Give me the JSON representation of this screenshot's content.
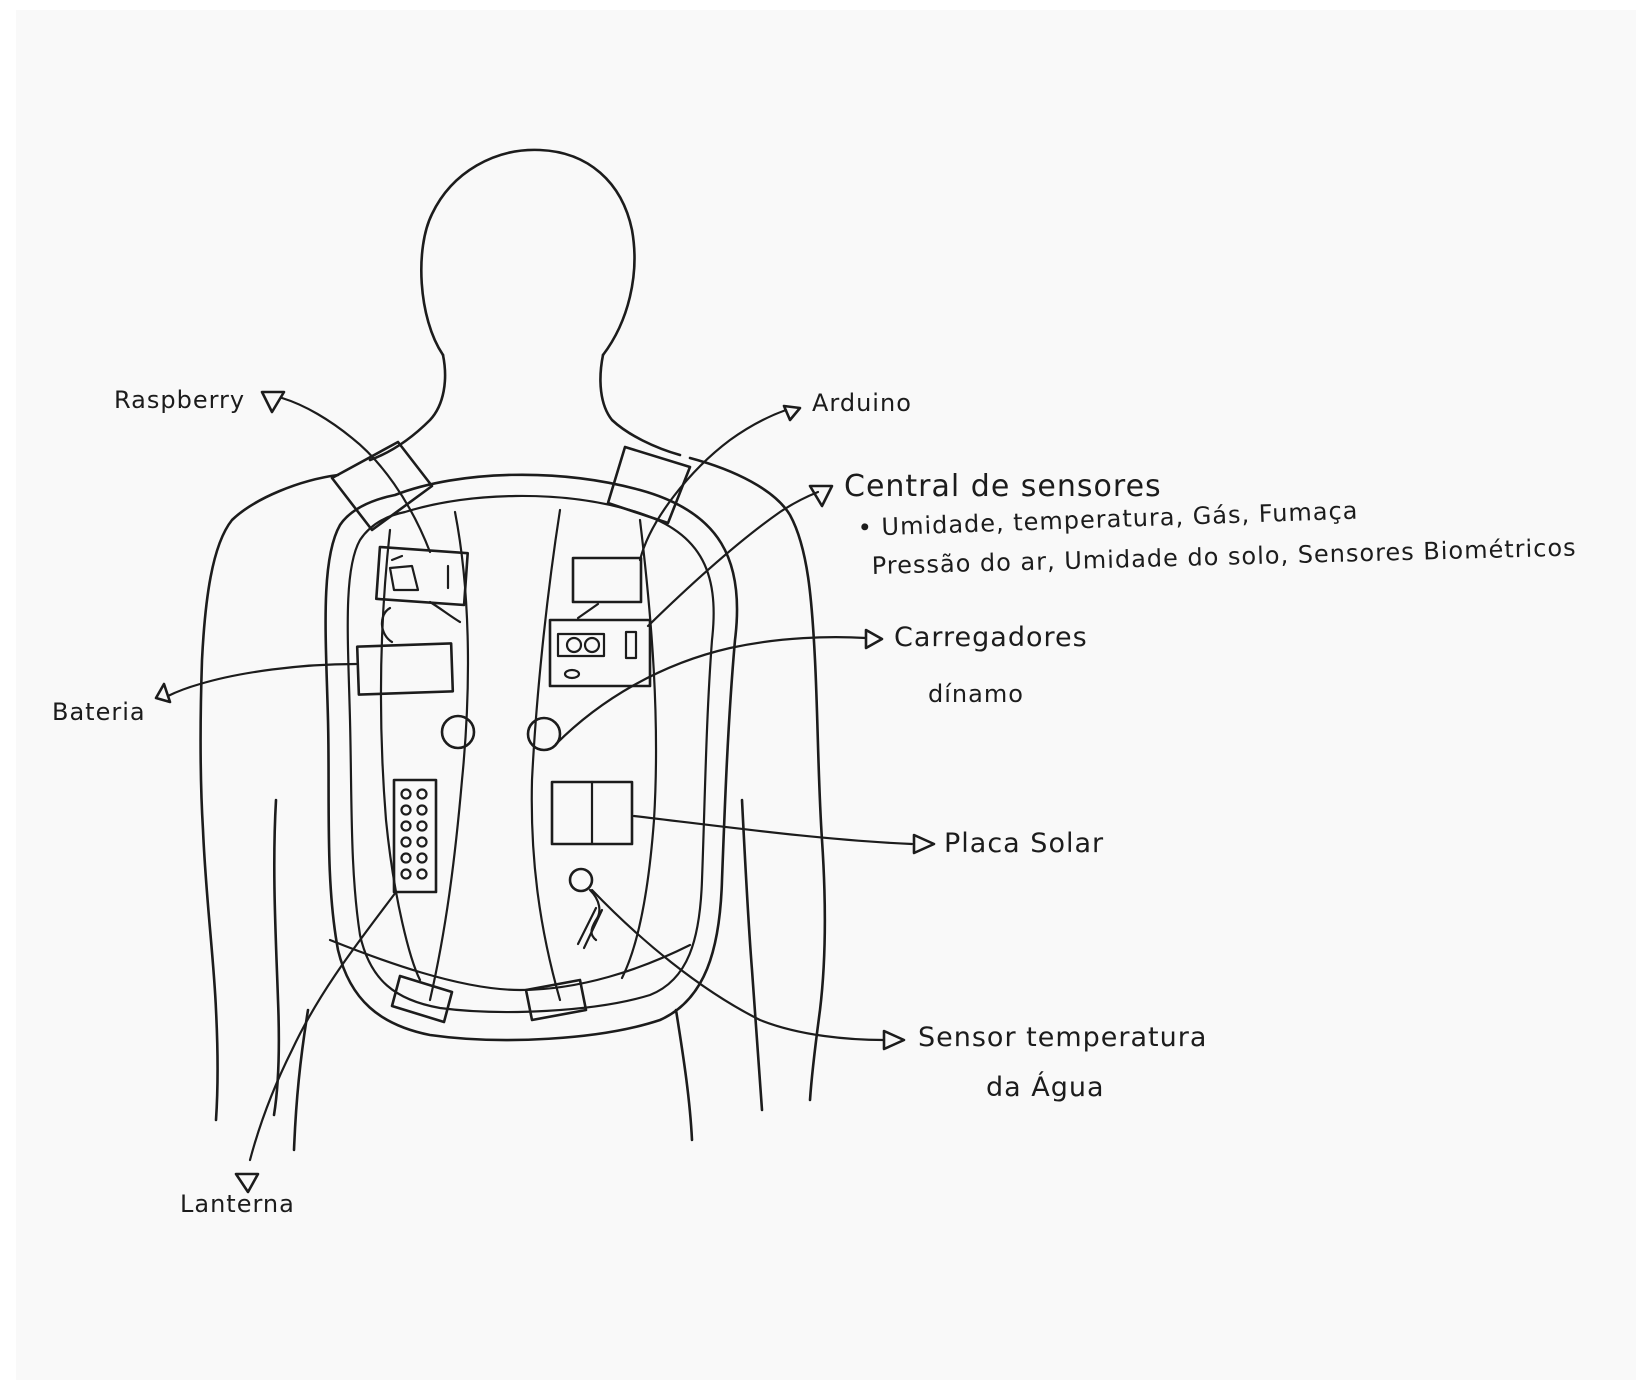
{
  "labels": {
    "raspberry": "Raspberry",
    "arduino": "Arduino",
    "central_title": "Central de sensores",
    "central_line1": "• Umidade, temperatura, Gás, Fumaça",
    "central_line2": "Pressão do ar, Umidade do solo, Sensores Biométricos",
    "bateria": "Bateria",
    "carregadores": "Carregadores",
    "dinamo": "dínamo",
    "placa_solar": "Placa Solar",
    "sensor_agua_line1": "Sensor temperatura",
    "sensor_agua_line2": "da Água",
    "lanterna": "Lanterna"
  },
  "colors": {
    "ink": "#1c1c1c",
    "paper": "#f9f9f9"
  }
}
